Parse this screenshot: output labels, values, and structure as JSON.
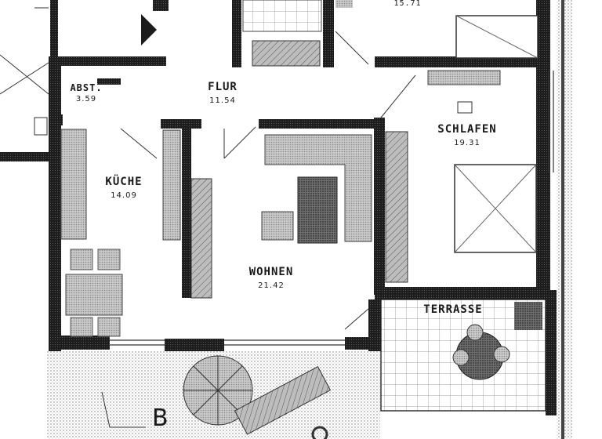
{
  "rooms": {
    "top_area": "15.71",
    "abst": {
      "name": "ABST.",
      "area": "3.59"
    },
    "flur": {
      "name": "FLUR",
      "area": "11.54"
    },
    "kueche": {
      "name": "KÜCHE",
      "area": "14.09"
    },
    "schlafen": {
      "name": "SCHLAFEN",
      "area": "19.31"
    },
    "wohnen": {
      "name": "WOHNEN",
      "area": "21.42"
    },
    "terrasse": {
      "name": "TERRASSE"
    }
  },
  "markers": {
    "garden_letter": "B"
  },
  "colors": {
    "wall": "#1c1c1c",
    "fixture": "#8a8a8a",
    "hatch": "#555555",
    "paper": "#ffffff"
  }
}
